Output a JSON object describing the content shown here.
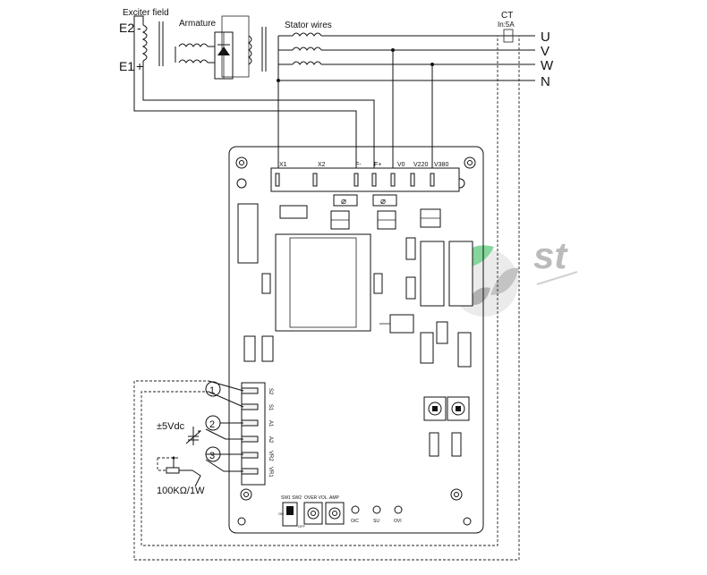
{
  "source": {
    "exciter_field": "Exciter field",
    "e2": "E2",
    "e1": "E1",
    "minus": "-",
    "plus": "+",
    "armature": "Armature",
    "stator_wires": "Stator wires",
    "ct": "CT",
    "ct_rating": "In:5A"
  },
  "phases": [
    "U",
    "V",
    "W",
    "N"
  ],
  "terminals": [
    "X1",
    "X2",
    "F-",
    "F+",
    "V0",
    "V220",
    "V380"
  ],
  "side_terminals": [
    "S2",
    "S1",
    "A1",
    "A2",
    "VR2",
    "VR1"
  ],
  "callouts": [
    {
      "num": "1"
    },
    {
      "num": "2",
      "text": "±5Vdc"
    },
    {
      "num": "3",
      "text": "100KΩ/1W"
    }
  ],
  "bottom_controls": {
    "switch_labels": "SW1 SW2",
    "knob1": "OVER VOL.",
    "knob2": "AMP",
    "leds": [
      "O/C",
      "SU",
      "OVI"
    ],
    "switch_marks": [
      "ON",
      "OFF"
    ]
  },
  "logo": {
    "text": "st"
  }
}
